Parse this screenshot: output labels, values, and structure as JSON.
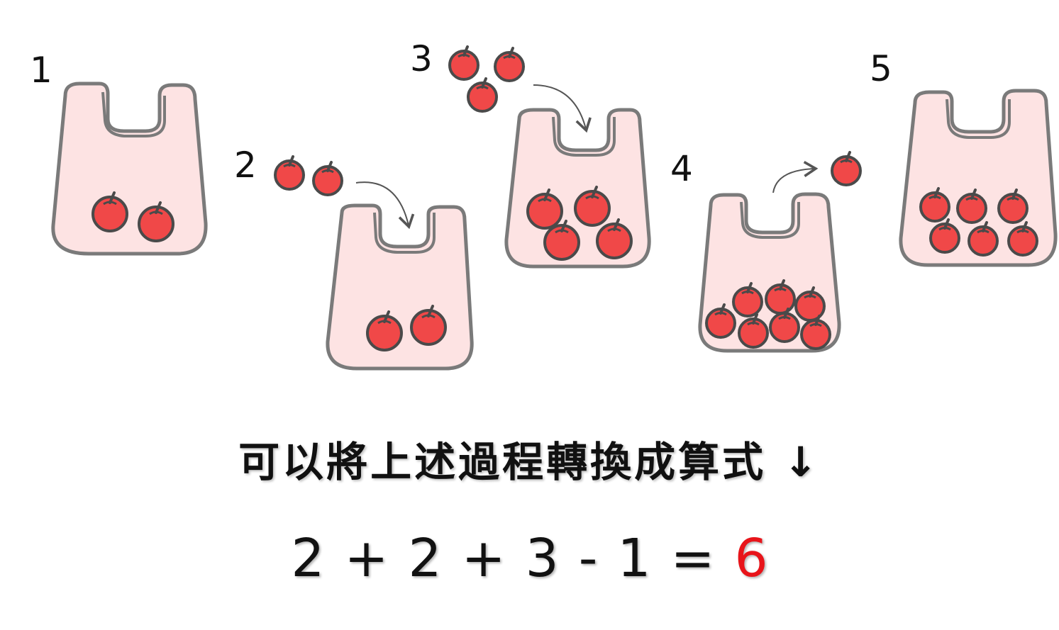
{
  "colors": {
    "bag_fill": "#fde3e3",
    "bag_stroke": "#7a7a7a",
    "apple_fill": "#f04848",
    "apple_stroke": "#4a4a4a",
    "result_color": "#e8141a"
  },
  "steps": [
    {
      "label": "1",
      "apples_in_bag": 2,
      "apples_moving": 0,
      "direction": "none"
    },
    {
      "label": "2",
      "apples_in_bag": 2,
      "apples_moving": 2,
      "direction": "in"
    },
    {
      "label": "3",
      "apples_in_bag": 4,
      "apples_moving": 3,
      "direction": "in"
    },
    {
      "label": "4",
      "apples_in_bag": 7,
      "apples_moving": 1,
      "direction": "out"
    },
    {
      "label": "5",
      "apples_in_bag": 6,
      "apples_moving": 0,
      "direction": "none"
    }
  ],
  "caption": "可以將上述過程轉換成算式 ↓",
  "equation": {
    "terms": [
      "2",
      "+",
      "2",
      "+",
      "3",
      "-",
      "1",
      "="
    ],
    "result": "6"
  }
}
